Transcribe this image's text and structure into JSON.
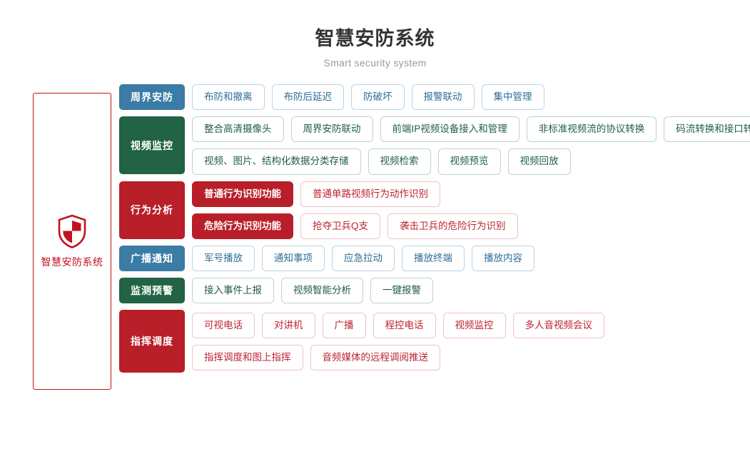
{
  "header": {
    "title": "智慧安防系统",
    "subtitle": "Smart security system"
  },
  "brand": {
    "icon": "shield-icon",
    "label": "智慧安防系统",
    "color": "#c1121f"
  },
  "colors": {
    "blue": "#3a7ca5",
    "green": "#216344",
    "red": "#b81f29",
    "title": "#333333",
    "subtitle": "#9a9a9a"
  },
  "rows": [
    {
      "label": "周界安防",
      "color": "blue",
      "lines": [
        {
          "items": [
            {
              "text": "布防和撤离",
              "style": "outline"
            },
            {
              "text": "布防后延迟",
              "style": "outline"
            },
            {
              "text": "防破坏",
              "style": "outline"
            },
            {
              "text": "报警联动",
              "style": "outline"
            },
            {
              "text": "集中管理",
              "style": "outline"
            }
          ]
        }
      ]
    },
    {
      "label": "视频监控",
      "color": "green",
      "lines": [
        {
          "items": [
            {
              "text": "整合高清摄像头",
              "style": "outline"
            },
            {
              "text": "周界安防联动",
              "style": "outline"
            },
            {
              "text": "前端IP视频设备接入和管理",
              "style": "outline"
            },
            {
              "text": "非标准视频流的协议转换",
              "style": "outline"
            },
            {
              "text": "码流转换和接口转换",
              "style": "outline"
            }
          ]
        },
        {
          "items": [
            {
              "text": "视频、图片、结构化数据分类存储",
              "style": "outline"
            },
            {
              "text": "视频检索",
              "style": "outline"
            },
            {
              "text": "视频预览",
              "style": "outline"
            },
            {
              "text": "视频回放",
              "style": "outline"
            }
          ]
        }
      ]
    },
    {
      "label": "行为分析",
      "color": "red",
      "lines": [
        {
          "items": [
            {
              "text": "普通行为识别功能",
              "style": "filled"
            },
            {
              "text": "普通单路视频行为动作识别",
              "style": "outline"
            }
          ]
        },
        {
          "items": [
            {
              "text": "危险行为识别功能",
              "style": "filled"
            },
            {
              "text": "抢夺卫兵Q支",
              "style": "outline"
            },
            {
              "text": "袭击卫兵的危险行为识别",
              "style": "outline"
            }
          ]
        }
      ]
    },
    {
      "label": "广播通知",
      "color": "blue",
      "lines": [
        {
          "items": [
            {
              "text": "军号播放",
              "style": "outline"
            },
            {
              "text": "通知事项",
              "style": "outline"
            },
            {
              "text": "应急拉动",
              "style": "outline"
            },
            {
              "text": "播放终端",
              "style": "outline"
            },
            {
              "text": "播放内容",
              "style": "outline"
            }
          ]
        }
      ]
    },
    {
      "label": "监测预警",
      "color": "green",
      "lines": [
        {
          "items": [
            {
              "text": "接入事件上报",
              "style": "outline"
            },
            {
              "text": "视频智能分析",
              "style": "outline"
            },
            {
              "text": "一键报警",
              "style": "outline"
            }
          ]
        }
      ]
    },
    {
      "label": "指挥调度",
      "color": "red",
      "lines": [
        {
          "items": [
            {
              "text": "可视电话",
              "style": "outline"
            },
            {
              "text": "对讲机",
              "style": "outline"
            },
            {
              "text": "广播",
              "style": "outline"
            },
            {
              "text": "程控电话",
              "style": "outline"
            },
            {
              "text": "视频监控",
              "style": "outline"
            },
            {
              "text": "多人音视频会议",
              "style": "outline"
            }
          ]
        },
        {
          "items": [
            {
              "text": "指挥调度和图上指挥",
              "style": "outline"
            },
            {
              "text": "音频媒体的远程调阅推送",
              "style": "outline"
            }
          ]
        }
      ]
    }
  ]
}
